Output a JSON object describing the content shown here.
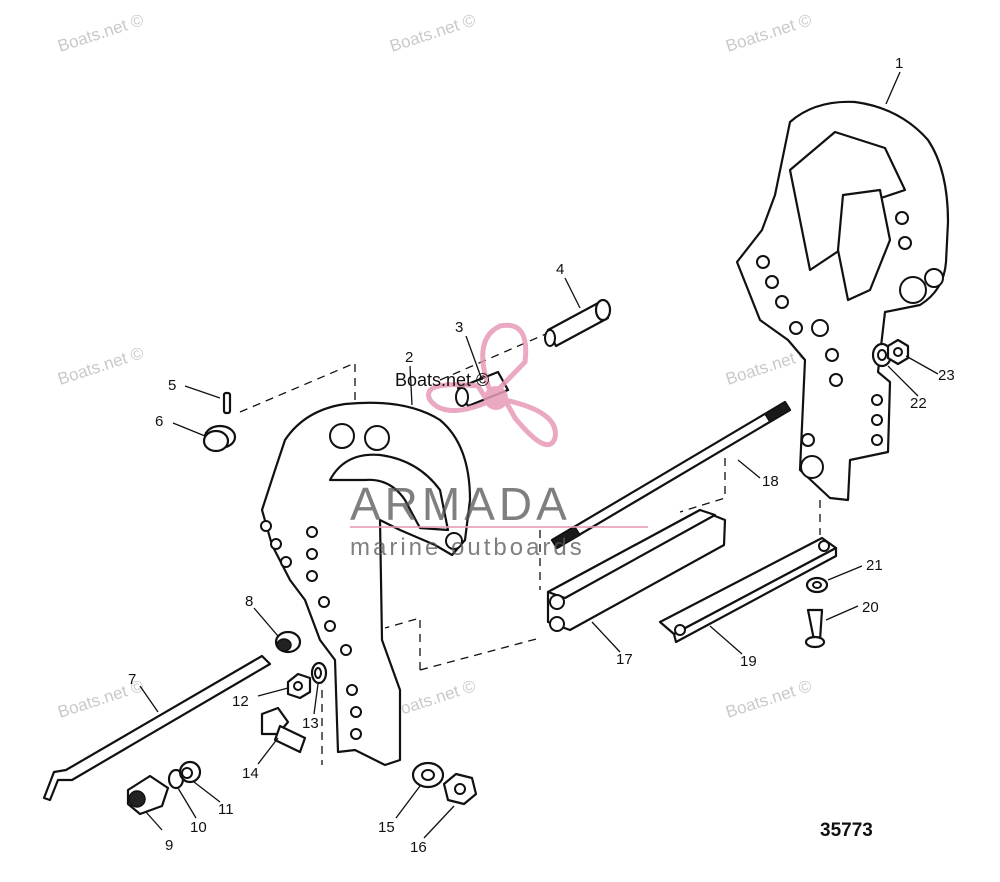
{
  "watermark": {
    "text": "Boats.net ©"
  },
  "brand": {
    "overlay_text": "Boats.net ©",
    "name": "ARMADA",
    "tagline": "marine outboards",
    "logo_color": "#e79ab8"
  },
  "diagram": {
    "number": "35773",
    "callouts": [
      "1",
      "2",
      "3",
      "4",
      "5",
      "6",
      "7",
      "8",
      "9",
      "10",
      "11",
      "12",
      "13",
      "14",
      "15",
      "16",
      "17",
      "18",
      "19",
      "20",
      "21",
      "22",
      "23"
    ]
  },
  "colors": {
    "ink": "#111111",
    "watermark": "#c9c9c9",
    "background": "#ffffff"
  }
}
